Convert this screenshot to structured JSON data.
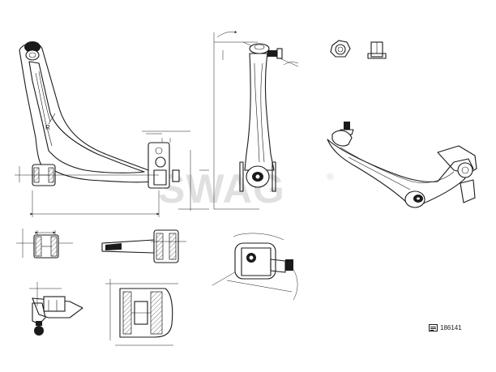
{
  "drawing": {
    "watermark": "SWAG",
    "watermark_mark": "®",
    "radius_label": "R",
    "part_number": "186141"
  }
}
